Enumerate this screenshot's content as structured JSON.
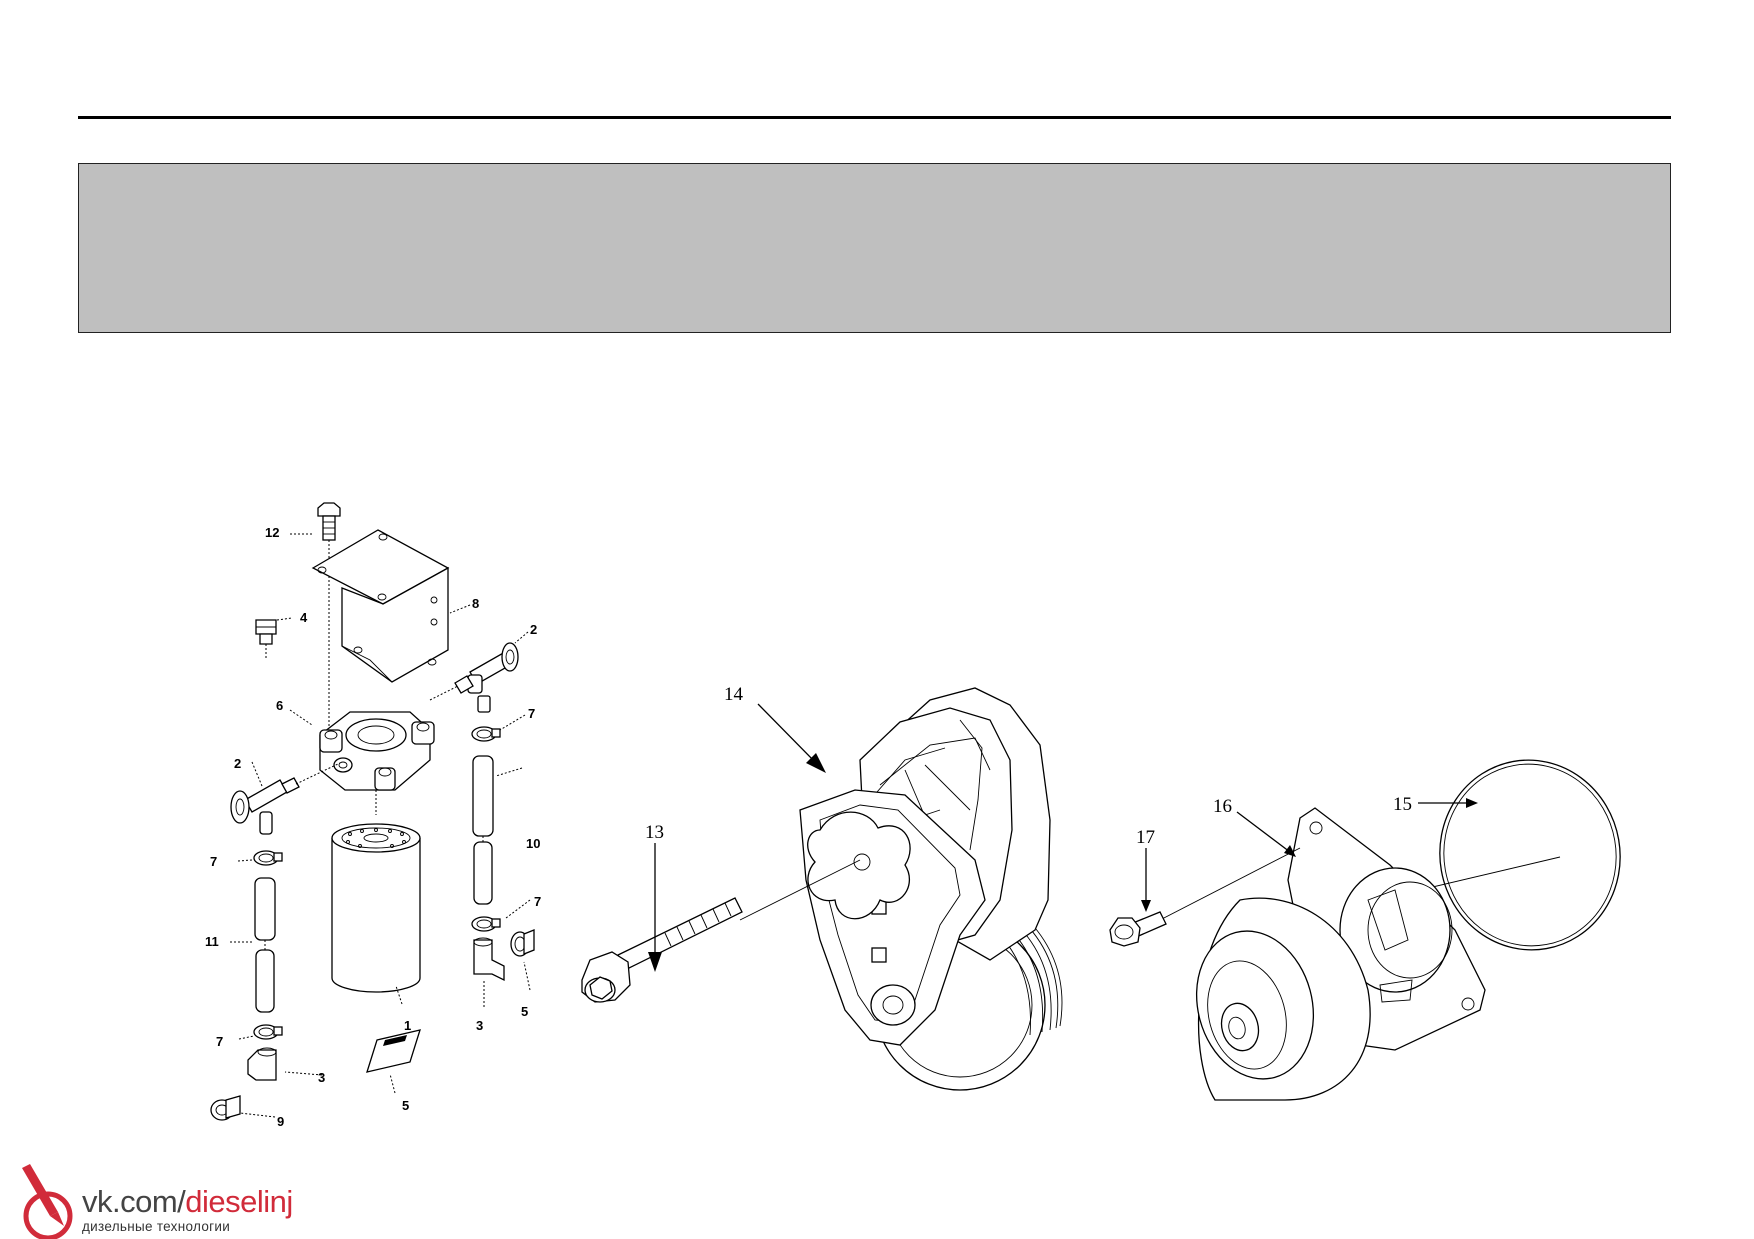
{
  "banner_color": "#bfbfbf",
  "accent_color": "#d12b3a",
  "callouts_fuel_filter": [
    "12",
    "4",
    "8",
    "2",
    "6",
    "7",
    "2",
    "7",
    "10",
    "11",
    "7",
    "1",
    "3",
    "5",
    "7",
    "3",
    "5",
    "9"
  ],
  "callouts_tensioner": [
    "14",
    "13"
  ],
  "callouts_water_pump": [
    "17",
    "16",
    "15"
  ],
  "logo": {
    "url_prefix": "vk.com/",
    "url_name": "dieselinj",
    "tagline": "дизельные технологии",
    "icon": "fuel-injector-icon"
  }
}
